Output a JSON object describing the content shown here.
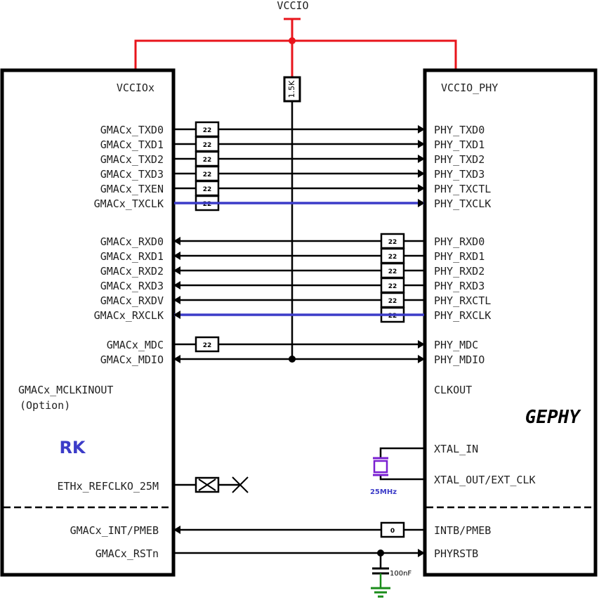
{
  "colors": {
    "power": "#e8141b",
    "clock": "#3c3cc8",
    "line": "#000000",
    "text": "#222222",
    "brand": "#3c3cc8",
    "crystal": "#7a1fd1",
    "ground": "#1a8c1a"
  },
  "power_rail": {
    "label": "VCCIO",
    "pullup_value": "1.5K"
  },
  "rk_chip": {
    "name": "RK",
    "supply_label": "VCCIOx",
    "tx_pins": [
      "GMACx_TXD0",
      "GMACx_TXD1",
      "GMACx_TXD2",
      "GMACx_TXD3",
      "GMACx_TXEN",
      "GMACx_TXCLK"
    ],
    "rx_pins": [
      "GMACx_RXD0",
      "GMACx_RXD1",
      "GMACx_RXD2",
      "GMACx_RXD3",
      "GMACx_RXDV",
      "GMACx_RXCLK"
    ],
    "mdc": "GMACx_MDC",
    "mdio": "GMACx_MDIO",
    "mclk": "GMACx_MCLKINOUT",
    "mclk_note": "(Option)",
    "refclk": "ETHx_REFCLKO_25M",
    "int": "GMACx_INT/PMEB",
    "rst": "GMACx_RSTn"
  },
  "phy_chip": {
    "name": "GEPHY",
    "supply_label": "VCCIO_PHY",
    "tx_pins": [
      "PHY_TXD0",
      "PHY_TXD1",
      "PHY_TXD2",
      "PHY_TXD3",
      "PHY_TXCTL",
      "PHY_TXCLK"
    ],
    "rx_pins": [
      "PHY_RXD0",
      "PHY_RXD1",
      "PHY_RXD2",
      "PHY_RXD3",
      "PHY_RXCTL",
      "PHY_RXCLK"
    ],
    "mdc": "PHY_MDC",
    "mdio": "PHY_MDIO",
    "clkout": "CLKOUT",
    "xtal_in": "XTAL_IN",
    "xtal_out": "XTAL_OUT/EXT_CLK",
    "int": "INTB/PMEB",
    "rst": "PHYRSTB"
  },
  "series_resistor_value": "22",
  "int_resistor_value": "0",
  "crystal_freq": "25MHz",
  "reset_cap_value": "100nF"
}
